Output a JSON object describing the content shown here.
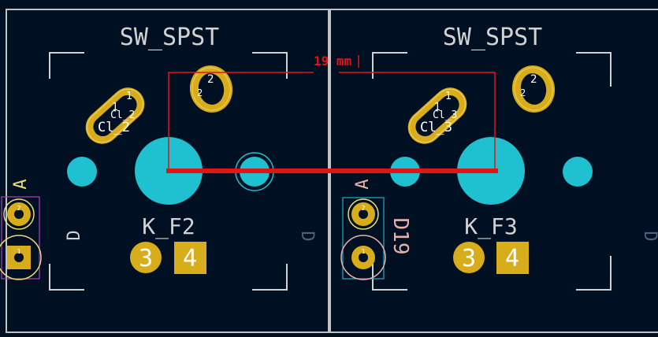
{
  "colors": {
    "background": "#001023",
    "outline": "#c2c2c2",
    "silk": "#d2d2d2",
    "pad": "#d8ad1b",
    "npth": "#1fc0d0",
    "measure": "#e01616",
    "back_silk": "#e8b0a8",
    "yellow_label": "#eada74",
    "fab": "#52607a"
  },
  "icons": {
    "pad_round": "circle",
    "pad_square": "square",
    "hole": "circle"
  },
  "switches": [
    {
      "title": "SW_SPST",
      "key_label": "K_F2",
      "oval_pad_label": "1",
      "oval_pad_ref": "Cl_2",
      "round_pad_label": "2",
      "round_pad_ref": "2",
      "back_pad_num_3": "3",
      "back_pad_num_4": "4",
      "side_letter": "D"
    },
    {
      "title": "SW_SPST",
      "key_label": "K_F3",
      "oval_pad_label": "1",
      "oval_pad_ref": "Cl_3",
      "round_pad_label": "2",
      "round_pad_ref": "2",
      "back_pad_num_3": "3",
      "back_pad_num_4": "4",
      "side_letter": "D"
    }
  ],
  "diodes": [
    {
      "anode_label": "A",
      "pin_top": "2",
      "pin_bottom": "1"
    },
    {
      "anode_label": "A",
      "ref": "D19",
      "pin_top": "2",
      "pin_bottom": "1"
    }
  ],
  "measurement": {
    "label": "19 mm"
  }
}
